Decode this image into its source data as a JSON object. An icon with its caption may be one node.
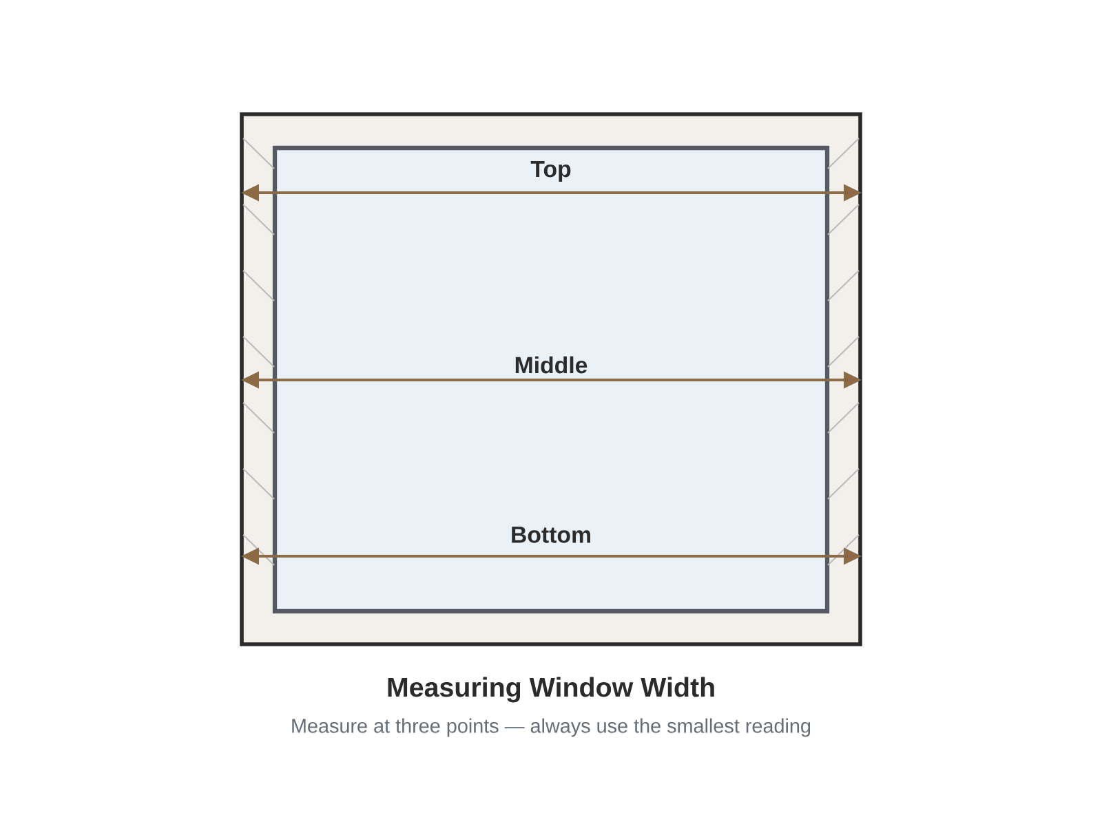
{
  "diagram": {
    "title": "Measuring Window Width",
    "caption": "Measure at three points — always use the smallest reading",
    "labels": [
      "Top",
      "Middle",
      "Bottom"
    ]
  }
}
